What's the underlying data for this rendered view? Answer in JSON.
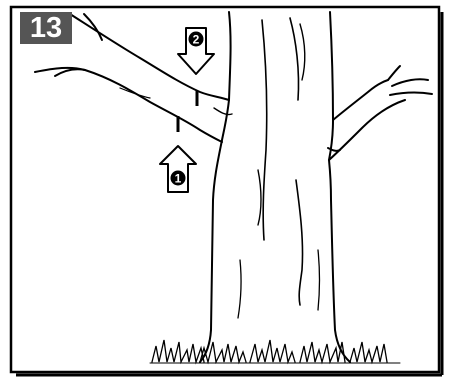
{
  "step": {
    "number": "13"
  },
  "markers": {
    "first": "1",
    "second": "2"
  }
}
